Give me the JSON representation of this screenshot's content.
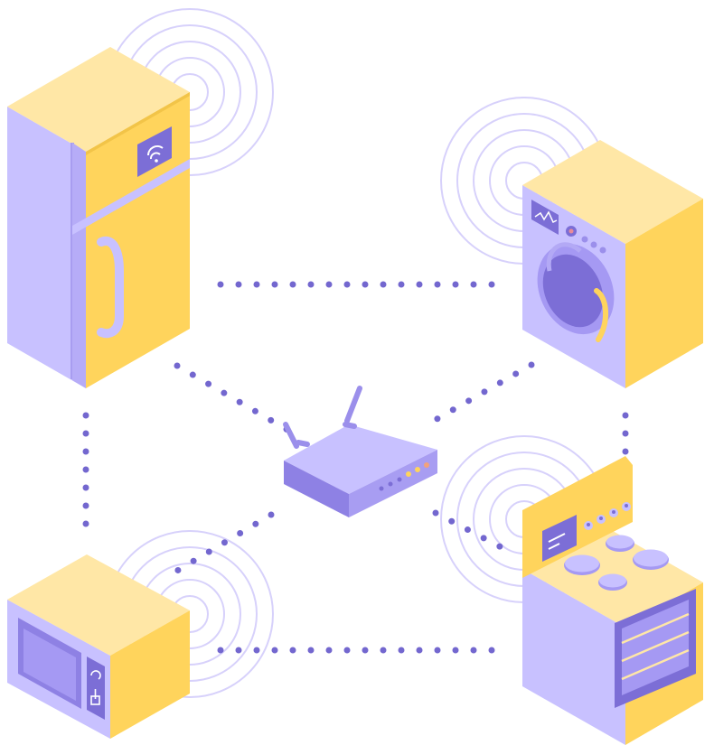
{
  "diagram": {
    "devices": [
      {
        "id": "refrigerator",
        "icon": "refrigerator-icon"
      },
      {
        "id": "washing-machine",
        "icon": "washing-machine-icon"
      },
      {
        "id": "wifi-router",
        "icon": "router-icon"
      },
      {
        "id": "microwave",
        "icon": "microwave-icon"
      },
      {
        "id": "stove",
        "icon": "stove-icon"
      }
    ],
    "connections": [
      [
        "refrigerator",
        "washing-machine"
      ],
      [
        "refrigerator",
        "wifi-router"
      ],
      [
        "washing-machine",
        "wifi-router"
      ],
      [
        "refrigerator",
        "microwave"
      ],
      [
        "washing-machine",
        "stove"
      ],
      [
        "microwave",
        "wifi-router"
      ],
      [
        "stove",
        "wifi-router"
      ],
      [
        "microwave",
        "stove"
      ]
    ]
  },
  "colors": {
    "yellow": "#FFD45C",
    "yellow_light": "#FFE7A6",
    "lavender": "#C8C1FF",
    "lavender_light": "#DAD5FF",
    "purple": "#7C6ED6",
    "purple_dark": "#6A5CC8",
    "ripple": "#D7D1FB",
    "dot": "#7367CF"
  }
}
